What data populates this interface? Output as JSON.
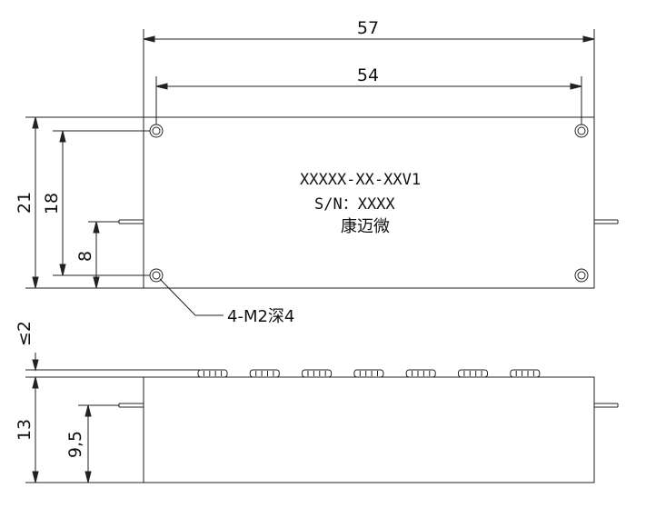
{
  "dimensions": {
    "overall_length": "57",
    "hole_spacing_length": "54",
    "overall_width": "21",
    "hole_spacing_width": "18",
    "port_offset_top_view": "8",
    "height_max": "≤2",
    "body_height": "13",
    "port_offset_side_view": "9,5"
  },
  "labels": {
    "model": "XXXXX-XX-XXV1",
    "serial": "S/N：XXXX",
    "brand": "康迈微",
    "hole_callout": "4-M2深4"
  },
  "counts": {
    "mounting_holes": 4,
    "top_coils": 7
  }
}
